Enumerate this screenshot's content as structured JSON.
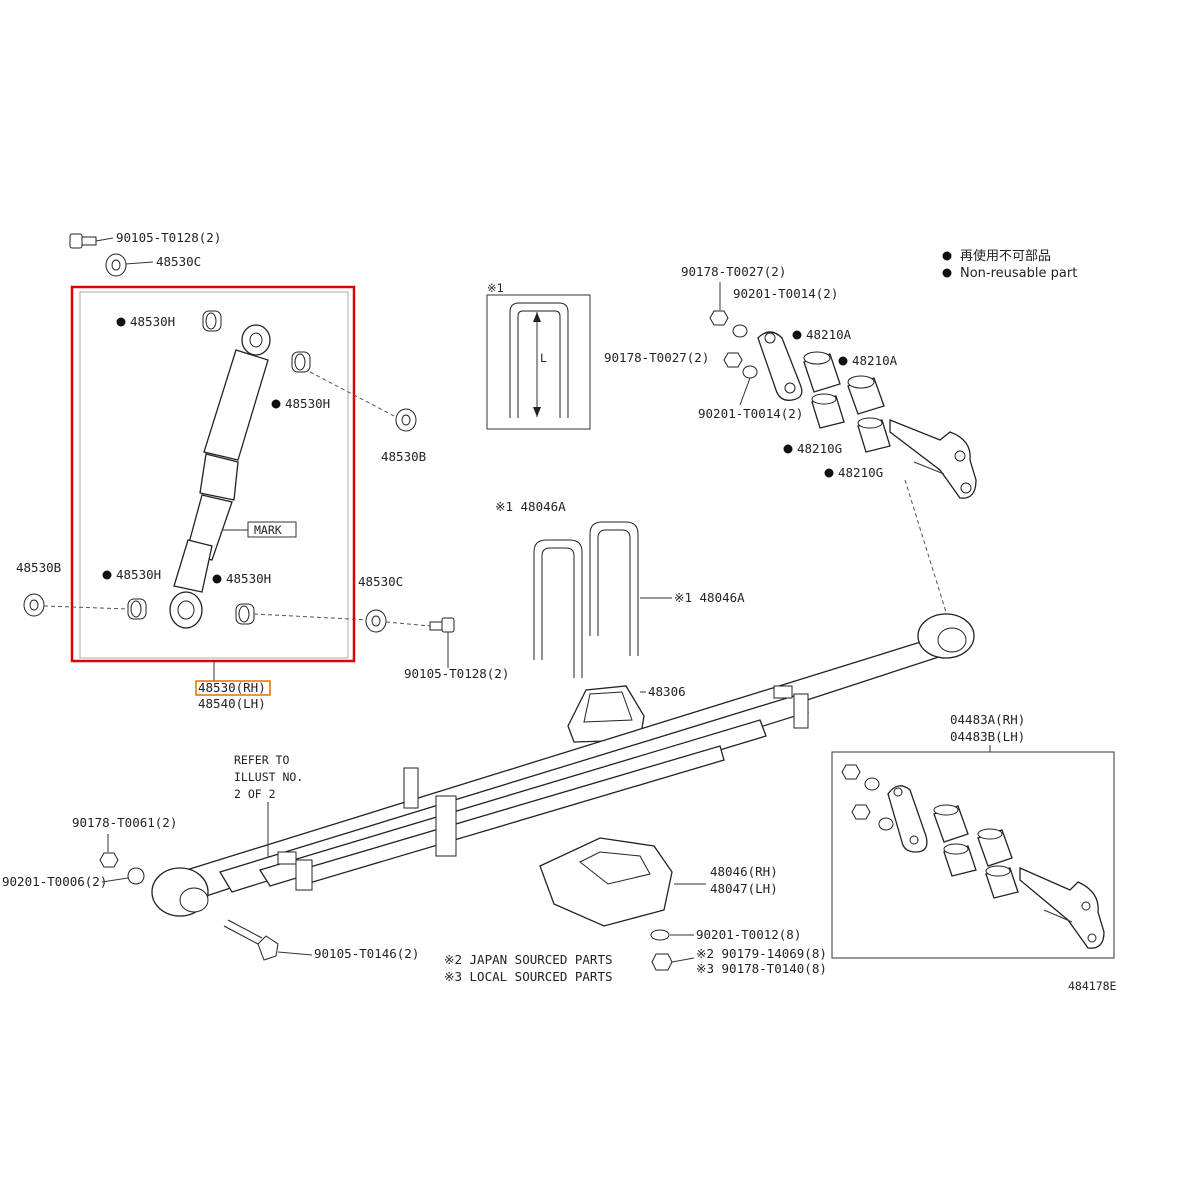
{
  "legend": {
    "non_reusable_jp": "再使用不可部品",
    "non_reusable_en": "Non-reusable part"
  },
  "labels": {
    "bolt_top": "90105-T0128(2)",
    "washer_top": "48530C",
    "bush_h_1": "48530H",
    "bush_h_2": "48530H",
    "bush_h_3": "48530H",
    "bush_h_4": "48530H",
    "washer_b_right": "48530B",
    "washer_b_left": "48530B",
    "washer_c_right": "48530C",
    "bolt_right": "90105-T0128(2)",
    "mark": "MARK",
    "shock_rh": "48530(RH)",
    "shock_lh": "48540(LH)",
    "nut_a": "90178-T0027(2)",
    "washer_a": "90201-T0014(2)",
    "nut_b": "90178-T0027(2)",
    "washer_b": "90201-T0014(2)",
    "bush_210a_1": "48210A",
    "bush_210a_2": "48210A",
    "bush_210g_1": "48210G",
    "bush_210g_2": "48210G",
    "note1_box": "※1",
    "dim_l": "L",
    "ubolt_top": "※1 48046A",
    "ubolt_right": "※1 48046A",
    "bumper": "48306",
    "kit_rh": "04483A(RH)",
    "kit_lh": "04483B(LH)",
    "refer_1": "REFER TO",
    "refer_2": "ILLUST NO.",
    "refer_3": "2 OF 2",
    "nut_front": "90178-T0061(2)",
    "washer_front": "90201-T0006(2)",
    "bolt_front": "90105-T0146(2)",
    "seat_rh": "48046(RH)",
    "seat_lh": "48047(LH)",
    "washer_seat": "90201-T0012(8)",
    "nut_seat_2": "※2 90179-14069(8)",
    "nut_seat_3": "※3 90178-T0140(8)",
    "note2": "※2 JAPAN SOURCED PARTS",
    "note3": "※3 LOCAL SOURCED PARTS",
    "illus_no": "484178E"
  },
  "colors": {
    "highlight_box": "#e00000",
    "highlight_label": "#e07000",
    "ink": "#222222"
  }
}
